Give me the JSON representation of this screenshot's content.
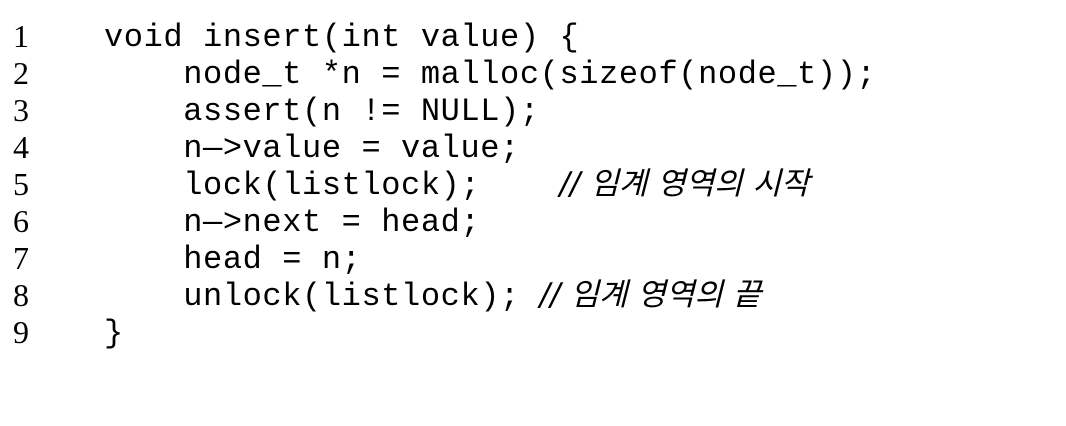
{
  "listing": {
    "lines": [
      {
        "number": "1",
        "code": "void insert(int value) {",
        "comment": ""
      },
      {
        "number": "2",
        "code": "    node_t *n = malloc(sizeof(node_t));",
        "comment": ""
      },
      {
        "number": "3",
        "code": "    assert(n != NULL);",
        "comment": ""
      },
      {
        "number": "4",
        "code": "    n—>value = value;",
        "comment": ""
      },
      {
        "number": "5",
        "code": "    lock(listlock);    ",
        "comment": "// 임계 영역의 시작"
      },
      {
        "number": "6",
        "code": "    n—>next = head;",
        "comment": ""
      },
      {
        "number": "7",
        "code": "    head = n;",
        "comment": ""
      },
      {
        "number": "8",
        "code": "    unlock(listlock); ",
        "comment": "// 임계 영역의 끝"
      },
      {
        "number": "9",
        "code": "}",
        "comment": ""
      }
    ]
  }
}
